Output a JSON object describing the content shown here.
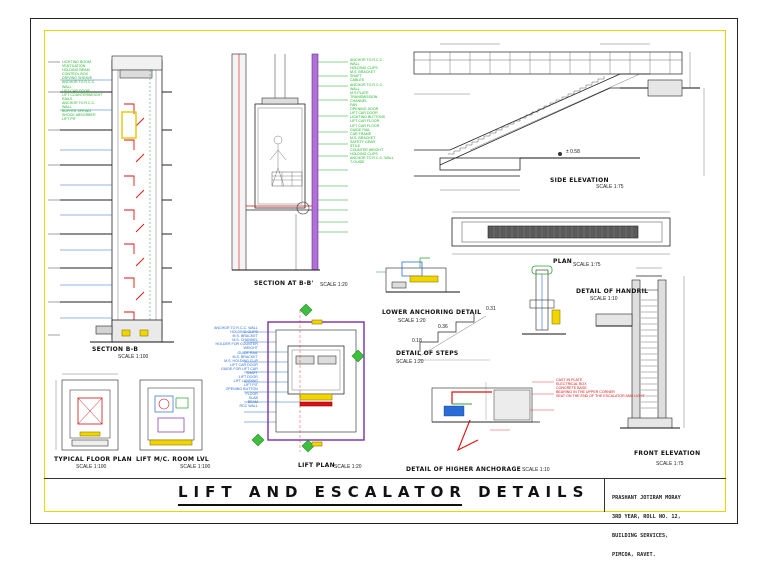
{
  "sheet": {
    "title": "LIFT AND ESCALATOR DETAILS",
    "author_lines": [
      "PRASHANT JOTIRAM MORAY",
      "3RD YEAR, ROLL NO. 12,",
      "BUILDING SERVICES,",
      "PIMCOA, RAVET."
    ]
  },
  "views": {
    "section_bb": {
      "title": "SECTION B-B",
      "scale": "SCALE 1:100"
    },
    "typical_floor_plan": {
      "title": "TYPICAL FLOOR PLAN",
      "scale": "SCALE 1:100"
    },
    "lift_mc_room": {
      "title": "LIFT M/C. ROOM LVL",
      "scale": "SCALE 1:100"
    },
    "section_at_bb": {
      "title": "SECTION AT B-B'",
      "scale": "SCALE 1:20"
    },
    "lift_plan": {
      "title": "LIFT PLAN",
      "scale": "SCALE 1:20"
    },
    "side_elevation": {
      "title": "SIDE ELEVATION",
      "scale": "SCALE 1:75"
    },
    "plan": {
      "title": "PLAN",
      "scale": "SCALE 1:75"
    },
    "lower_anchoring": {
      "title": "LOWER ANCHORING DETAIL",
      "scale": "SCALE 1:20"
    },
    "detail_of_steps": {
      "title": "DETAIL OF STEPS",
      "scale": "SCALE 1:20"
    },
    "detail_of_handrail": {
      "title": "DETAIL OF HANDRIL",
      "scale": "SCALE 1:10"
    },
    "higher_anchorage": {
      "title": "DETAIL OF HIGHER ANCHORAGE",
      "scale": "SCALE 1:10"
    },
    "front_elevation": {
      "title": "FRONT ELEVATION",
      "scale": "SCALE 1:75"
    }
  },
  "dimensions": {
    "level": "± 0.58",
    "step_036": "0.36",
    "step_031": "0.31",
    "step_018": "0.18"
  },
  "notes": {
    "section_bb": [
      "LIGHTING BOOM",
      "VENTILATION",
      "HOLDING BEAM",
      "CONTROL BOX",
      "DRIVING SHEAVE",
      "ANCHOR TO R.C.C.",
      "WALL",
      "LIFT CAR DOOR",
      "LIFT COUNTERWEIGHT",
      "RAILS",
      "ANCHOR TO R.C.C.",
      "WALL",
      "BUFFER SPRING",
      "SHOCK ABSORBER",
      "LIFT PIT"
    ],
    "section_at_bb": [
      "ANCHOR TO R.C.C.",
      "WALL",
      "HOLDING CLIPS",
      "M.S. BRACKET",
      "SHAFT",
      "CABLES",
      "ANCHOR TO R.C.C.",
      "WALL",
      "M.S PLATE",
      "TRANSMISSION",
      "CHANNEL",
      "FAN",
      "OPENING DOOR",
      "LIFT CAR DOOR",
      "LIGHTING BUTTONS",
      "LIFT CAR FLOOR",
      "LIFT CAR FLOOR",
      "GUIDE RAIL",
      "CAR FRAME",
      "M.S. BRACKET",
      "SAFETY GEAR",
      "STILE",
      "COUNTER WEIGHT",
      "HOLDING CLIPS",
      "ANCHOR TO R.C.C. WALL",
      "T-GUIDE"
    ],
    "lift_plan": [
      "ANCHOR TO R.C.C. WALL",
      "HOLDING CLIPS",
      "M.S. BRACKET",
      "M.S. CHANNEL",
      "HOLDER FOR COUNTER",
      "WEIGHT",
      "GUIDE RAIL",
      "M.S. BRACKET",
      "M.S. HOLDING CLIP",
      "LIFT CAR DOOR",
      "GUIDE FOR LIFT CAR",
      "SHAFT",
      "LIFT DOOR",
      "LIFT LANDING",
      "LIFT PIT",
      "OPENING BUTTON",
      "FLOOR",
      "SLAB",
      "BEAM",
      "RCC WALL"
    ],
    "higher_anchorage": [
      "CAST IN PLATE",
      "ELECTRICAL BOX",
      "CONCRETE BASE",
      "BEARING IN THE UPPER CORNER",
      "SEAT ON THE END OF THE ESCALATOR AND LIGHT"
    ]
  }
}
